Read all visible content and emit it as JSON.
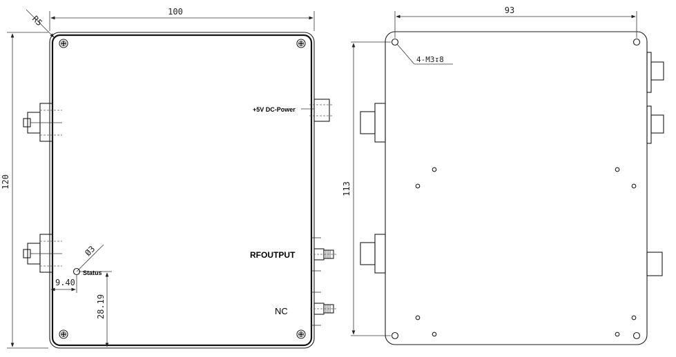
{
  "front_view": {
    "width_dim": "100",
    "height_dim": "120",
    "corner_radius_dim": "R5",
    "hole_dia_dim": "Ø3",
    "status_x_dim": "9.40",
    "status_y_dim": "28.19",
    "labels": {
      "dc_power": "+5V DC-Power",
      "rf_output": "RFOUTPUT",
      "nc": "NC",
      "status": "Status"
    }
  },
  "back_view": {
    "width_dim": "93",
    "height_dim": "113",
    "mount_note": "4-M3↧8"
  }
}
